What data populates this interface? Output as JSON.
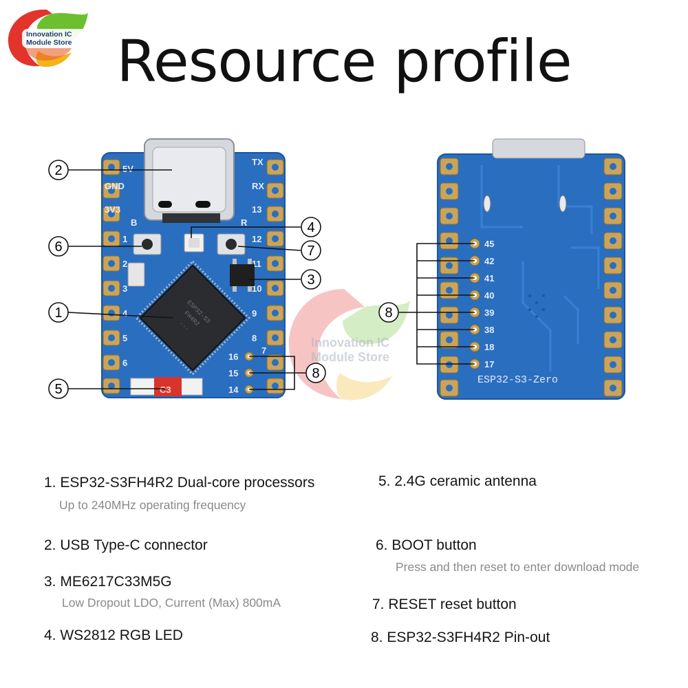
{
  "brand": {
    "logo_line1": "Innovation IC",
    "logo_line2": "Module Store",
    "watermark_line1": "Innovation IC",
    "watermark_line2": "Module Store"
  },
  "title": "Resource profile",
  "board_front": {
    "labels_left": [
      "5V",
      "GND",
      "3V3",
      "1",
      "2",
      "3",
      "4",
      "5",
      "6"
    ],
    "labels_right": [
      "TX",
      "RX",
      "13",
      "12",
      "11",
      "10",
      "9",
      "8",
      "7"
    ],
    "top_left_small": "B",
    "top_right_small": "R",
    "bottom_pins": [
      "16",
      "15",
      "14"
    ],
    "antenna_label": "C3",
    "chip_lines": [
      "ESP32-S3",
      "FH4R2",
      "..."
    ]
  },
  "board_back": {
    "pin_labels": [
      "45",
      "42",
      "41",
      "40",
      "39",
      "38",
      "18",
      "17"
    ],
    "silk_text": "ESP32-S3-Zero"
  },
  "callouts": {
    "c1": "1",
    "c2": "2",
    "c3": "3",
    "c4": "4",
    "c5": "5",
    "c6": "6",
    "c7": "7",
    "c8a": "8",
    "c8b": "8"
  },
  "features": [
    {
      "title": "1. ESP32-S3FH4R2 Dual-core processors",
      "sub": "Up to 240MHz operating frequency"
    },
    {
      "title": "2. USB Type-C connector",
      "sub": ""
    },
    {
      "title": "3. ME6217C33M5G",
      "sub": "Low Dropout LDO, Current (Max) 800mA"
    },
    {
      "title": "4. WS2812  RGB LED",
      "sub": ""
    },
    {
      "title": "5. 2.4G ceramic antenna",
      "sub": ""
    },
    {
      "title": "6. BOOT button",
      "sub": "Press and then reset to enter download mode"
    },
    {
      "title": "7. RESET reset button",
      "sub": ""
    },
    {
      "title": "8. ESP32-S3FH4R2 Pin-out",
      "sub": ""
    }
  ],
  "colors": {
    "pcb": "#2a6ec0",
    "gold": "#c9a45a",
    "chip": "#2a2c30",
    "accent_red": "#d9342b"
  }
}
